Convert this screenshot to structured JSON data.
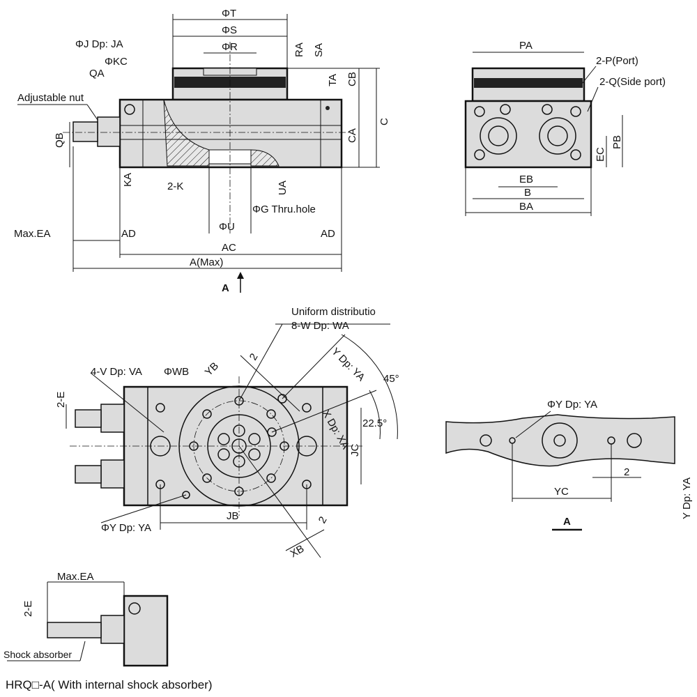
{
  "front_view": {
    "phi_t": "ΦT",
    "phi_s": "ΦS",
    "phi_r": "ΦR",
    "ra": "RA",
    "sa": "SA",
    "ta": "TA",
    "cb": "CB",
    "c": "C",
    "ca": "CA",
    "phi_j": "ΦJ Dp: JA",
    "phi_kc": "ΦKC",
    "qa": "QA",
    "adjustable_nut": "Adjustable nut",
    "qb": "QB",
    "ka": "KA",
    "two_k": "2-K",
    "ua": "UA",
    "phi_g": "ΦG Thru.hole",
    "phi_u": "ΦU",
    "max_ea": "Max.EA",
    "ad_left": "AD",
    "ac": "AC",
    "ad_right": "AD",
    "a_max": "A(Max)",
    "view_a": "A"
  },
  "side_view": {
    "pa": "PA",
    "port": "2-P(Port)",
    "side_port": "2-Q(Side port)",
    "ec": "EC",
    "pb": "PB",
    "eb": "EB",
    "b": "B",
    "ba": "BA"
  },
  "top_view": {
    "uniform": "Uniform distributio",
    "eight_w": "8-W Dp: WA",
    "two_a": "2",
    "yb": "YB",
    "phi_wb": "ΦWB",
    "four_v": "4-V Dp: VA",
    "two_e": "2-E",
    "y_dp_ya": "Y Dp: YA",
    "angle_45": "45°",
    "angle_22": "22.5°",
    "x_dp_xa": "X Dp: XA",
    "jc": "JC",
    "jb": "JB",
    "phi_y": "ΦY Dp: YA",
    "two_b": "2",
    "xb": "XB"
  },
  "section_a": {
    "phi_y": "ΦY Dp: YA",
    "two": "2",
    "yc": "YC",
    "y_dp_ya": "Y Dp: YA",
    "label": "A"
  },
  "variant": {
    "max_ea": "Max.EA",
    "two_e": "2-E",
    "shock_absorber": "Shock absorber",
    "caption": "HRQ□-A( With internal shock absorber)"
  }
}
